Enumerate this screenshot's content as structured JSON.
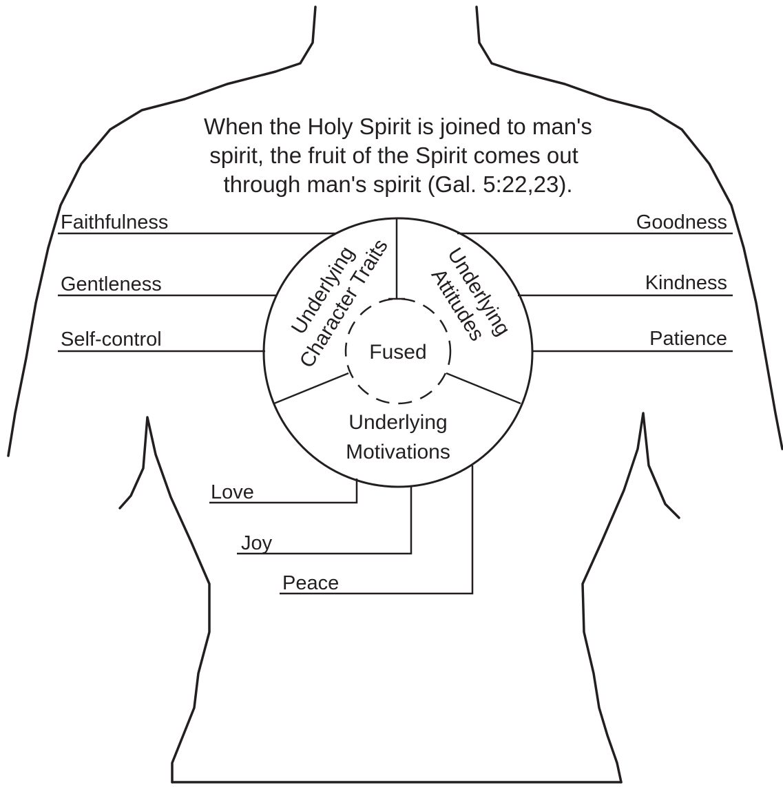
{
  "caption_lines": [
    "When the Holy Spirit is joined to man's",
    "spirit, the fruit of the Spirit comes out",
    "through man's spirit (Gal. 5:22,23)."
  ],
  "circle": {
    "center_label": "Fused",
    "sector_character": [
      "Underlying",
      "Character Traits"
    ],
    "sector_attitudes": [
      "Underlying",
      "Attitudes"
    ],
    "sector_motivations": [
      "Underlying",
      "Motivations"
    ]
  },
  "left_traits": [
    "Faithfulness",
    "Gentleness",
    "Self-control"
  ],
  "right_traits": [
    "Goodness",
    "Kindness",
    "Patience"
  ],
  "bottom_traits": [
    "Love",
    "Joy",
    "Peace"
  ]
}
